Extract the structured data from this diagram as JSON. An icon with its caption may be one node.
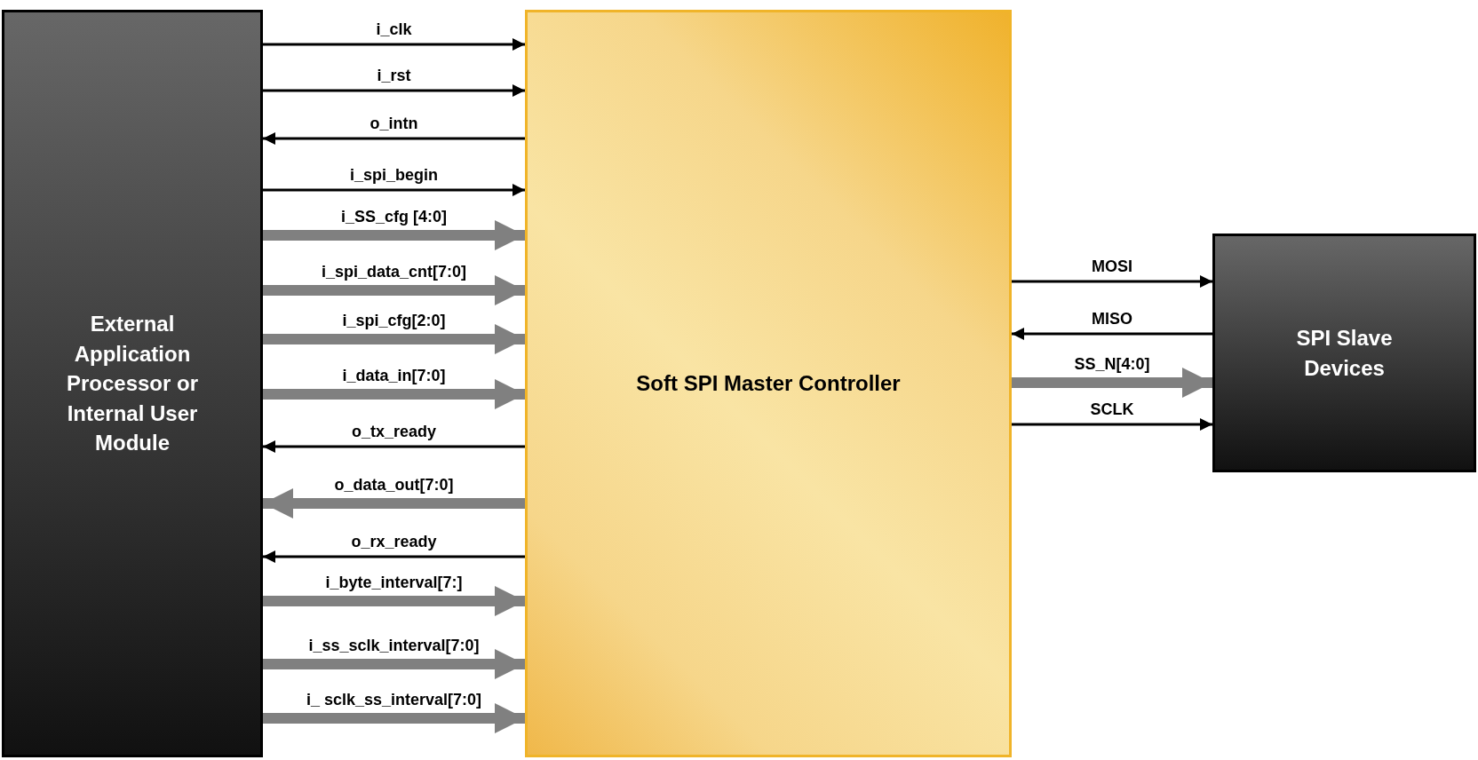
{
  "diagram": {
    "nodes": [
      {
        "text": [
          "External Application Processor or Internal User Module"
        ]
      },
      {
        "text": [
          "Soft SPI Master Controller"
        ]
      },
      {
        "text": [
          "SPI Slave Devices"
        ]
      }
    ],
    "edges": [
      {
        "from": 0,
        "to": 1,
        "arrow": "to",
        "label": "i_clk"
      },
      {
        "from": 0,
        "to": 1,
        "arrow": "to",
        "label": "i_rst"
      },
      {
        "from": 1,
        "to": 0,
        "arrow": "to",
        "label": "o_intn"
      },
      {
        "from": 0,
        "to": 1,
        "arrow": "to",
        "label": "i_spi_begin"
      },
      {
        "from": 0,
        "to": 1,
        "arrow": "to",
        "label": "i_SS_cfg [4:0]",
        "style": "thick",
        "color": "#808080"
      },
      {
        "from": 0,
        "to": 1,
        "arrow": "to",
        "label": "i_spi_data_cnt[7:0]",
        "style": "thick",
        "color": "#808080"
      },
      {
        "from": 0,
        "to": 1,
        "arrow": "to",
        "label": "i_spi_cfg[2:0]",
        "style": "thick",
        "color": "#808080"
      },
      {
        "from": 0,
        "to": 1,
        "arrow": "to",
        "label": "i_data_in[7:0]",
        "style": "thick",
        "color": "#808080"
      },
      {
        "from": 1,
        "to": 0,
        "arrow": "to",
        "label": "o_tx_ready"
      },
      {
        "from": 1,
        "to": 0,
        "arrow": "to",
        "label": "o_data_out[7:0]",
        "style": "thick",
        "color": "#808080"
      },
      {
        "from": 1,
        "to": 0,
        "arrow": "to",
        "label": "o_rx_ready"
      },
      {
        "from": 0,
        "to": 1,
        "arrow": "to",
        "label": "i_byte_interval[7:]",
        "style": "thick",
        "color": "#808080"
      },
      {
        "from": 0,
        "to": 1,
        "arrow": "to",
        "label": "i_ss_sclk_interval[7:0]",
        "style": "thick",
        "color": "#808080"
      },
      {
        "from": 0,
        "to": 1,
        "arrow": "to",
        "label": "i_ sclk_ss_interval[7:0]",
        "style": "thick",
        "color": "#808080"
      },
      {
        "from": 1,
        "to": 2,
        "arrow": "to",
        "label": "MOSI"
      },
      {
        "from": 2,
        "to": 1,
        "arrow": "to",
        "label": "MISO"
      },
      {
        "from": 1,
        "to": 2,
        "arrow": "to",
        "label": "SS_N[4:0]",
        "style": "thick",
        "color": "#808080"
      },
      {
        "from": 1,
        "to": 2,
        "arrow": "to",
        "label": "SCLK"
      }
    ]
  }
}
